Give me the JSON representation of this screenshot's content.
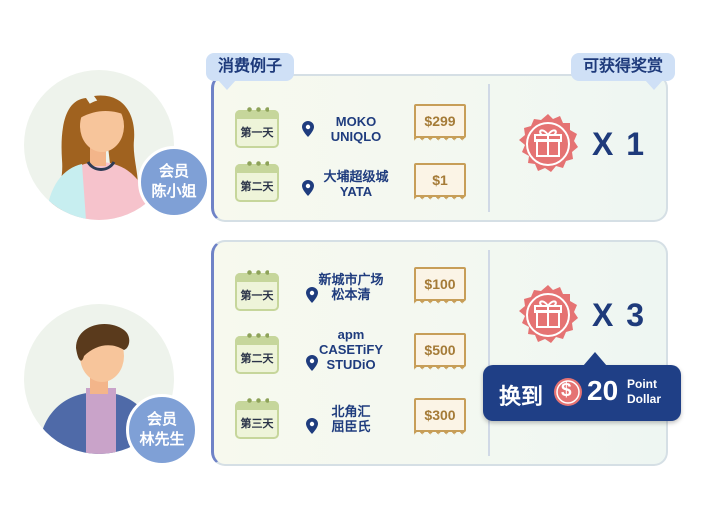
{
  "tags": {
    "examples": "消费例子",
    "rewards": "可获得奖赏"
  },
  "member1": {
    "role": "会员",
    "name": "陈小姐",
    "rows": [
      {
        "day": "第一天",
        "store_line1": "MOKO",
        "store_line2": "UNIQLO",
        "amount": "$299"
      },
      {
        "day": "第二天",
        "store_line1": "大埔超级城",
        "store_line2": "YATA",
        "amount": "$1"
      }
    ],
    "reward": "X 1"
  },
  "member2": {
    "role": "会员",
    "name": "林先生",
    "rows": [
      {
        "day": "第一天",
        "store_line1": "新城市广场",
        "store_line2": "松本清",
        "amount": "$100"
      },
      {
        "day": "第二天",
        "store_line1": "apm",
        "store_line2": "CASETiFY",
        "store_line3": "STUDiO",
        "amount": "$500"
      },
      {
        "day": "第三天",
        "store_line1": "北角汇",
        "store_line2": "屈臣氏",
        "amount": "$300"
      }
    ],
    "reward": "X 3"
  },
  "redeem": {
    "prefix": "换到",
    "coin_symbol": "$",
    "value": "20",
    "unit_line1": "Point",
    "unit_line2": "Dollar"
  },
  "icons": {
    "gift": "gift-icon",
    "location": "location-pin-icon",
    "calendar": "calendar-icon",
    "receipt": "receipt-icon",
    "coin": "dollar-coin-icon"
  },
  "colors": {
    "navy": "#1e3a7b",
    "tag_bg": "#cfe0f6",
    "badge": "#7fa0d6",
    "gift_red": "#e57373",
    "receipt_gold": "#c79e58",
    "calendar_green": "#c6d69b"
  }
}
